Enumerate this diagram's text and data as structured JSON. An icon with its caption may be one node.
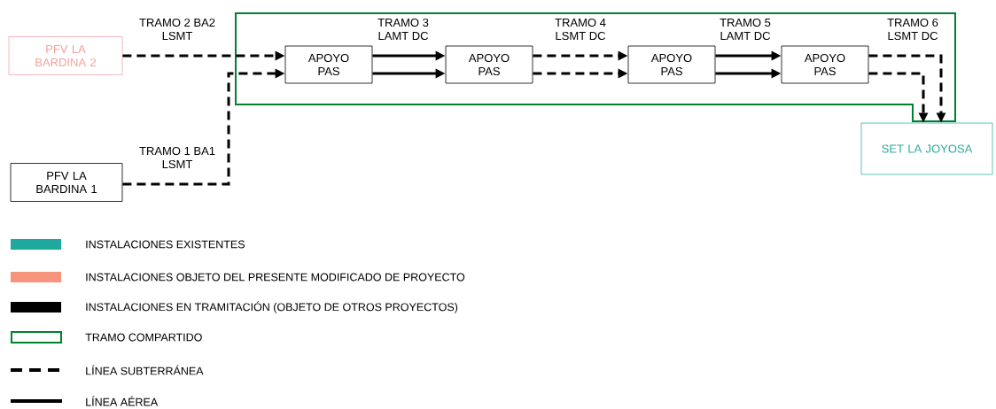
{
  "diagram": {
    "nodes": [
      {
        "text": [
          "PFV LA BARDINA 2"
        ]
      },
      {
        "text": [],
        "shape": "box"
      },
      {
        "text": [
          "APOYO PAS"
        ],
        "in": 1
      },
      {
        "text": [
          "APOYO PAS"
        ],
        "in": 1
      },
      {
        "text": [
          "APOYO PAS"
        ],
        "in": 1
      },
      {
        "text": [
          "APOYO PAS"
        ],
        "in": 1
      },
      {
        "text": [
          "PFV LA BARDINA 1"
        ]
      },
      {
        "text": [
          "SET LA JOYOSA"
        ]
      }
    ],
    "edges": [
      {
        "from": 0,
        "to": 2,
        "arrow": "to",
        "style": "dashed",
        "label": "TRAMO 2 BA2 LSMT"
      },
      {
        "from": 6,
        "to": 2,
        "arrow": "to",
        "style": "dashed",
        "label": "TRAMO 1 BA1 LSMT"
      },
      {
        "from": 2,
        "to": 3,
        "arrow": "to",
        "label": "TRAMO 3 LAMT DC"
      },
      {
        "from": 2,
        "to": 3,
        "arrow": "to"
      },
      {
        "from": 3,
        "to": 4,
        "arrow": "to",
        "style": "dashed",
        "label": "TRAMO 4 LSMT DC"
      },
      {
        "from": 3,
        "to": 4,
        "arrow": "to",
        "style": "dashed"
      },
      {
        "from": 4,
        "to": 5,
        "arrow": "to",
        "label": "TRAMO 5 LAMT DC"
      },
      {
        "from": 4,
        "to": 5,
        "arrow": "to"
      },
      {
        "from": 5,
        "to": 7,
        "arrow": "to",
        "style": "dashed",
        "label": "TRAMO 6 LSMT DC"
      },
      {
        "from": 5,
        "to": 7,
        "arrow": "to",
        "style": "dashed"
      }
    ],
    "legend": [
      {
        "text": "INSTALACIONES EXISTENTES",
        "color": "#1fa89e"
      },
      {
        "text": "INSTALACIONES OBJETO DEL PRESENTE MODIFICADO DE PROYECTO",
        "color": "#f7957c"
      },
      {
        "text": "INSTALACIONES EN TRAMITACIÓN (OBJETO DE OTROS PROYECTOS)",
        "color": "#000000"
      },
      {
        "text": "TRAMO COMPARTIDO"
      },
      {
        "text": "LÍNEA SUBTERRÁNEA"
      },
      {
        "text": "LÍNEA AÉREA"
      }
    ]
  }
}
